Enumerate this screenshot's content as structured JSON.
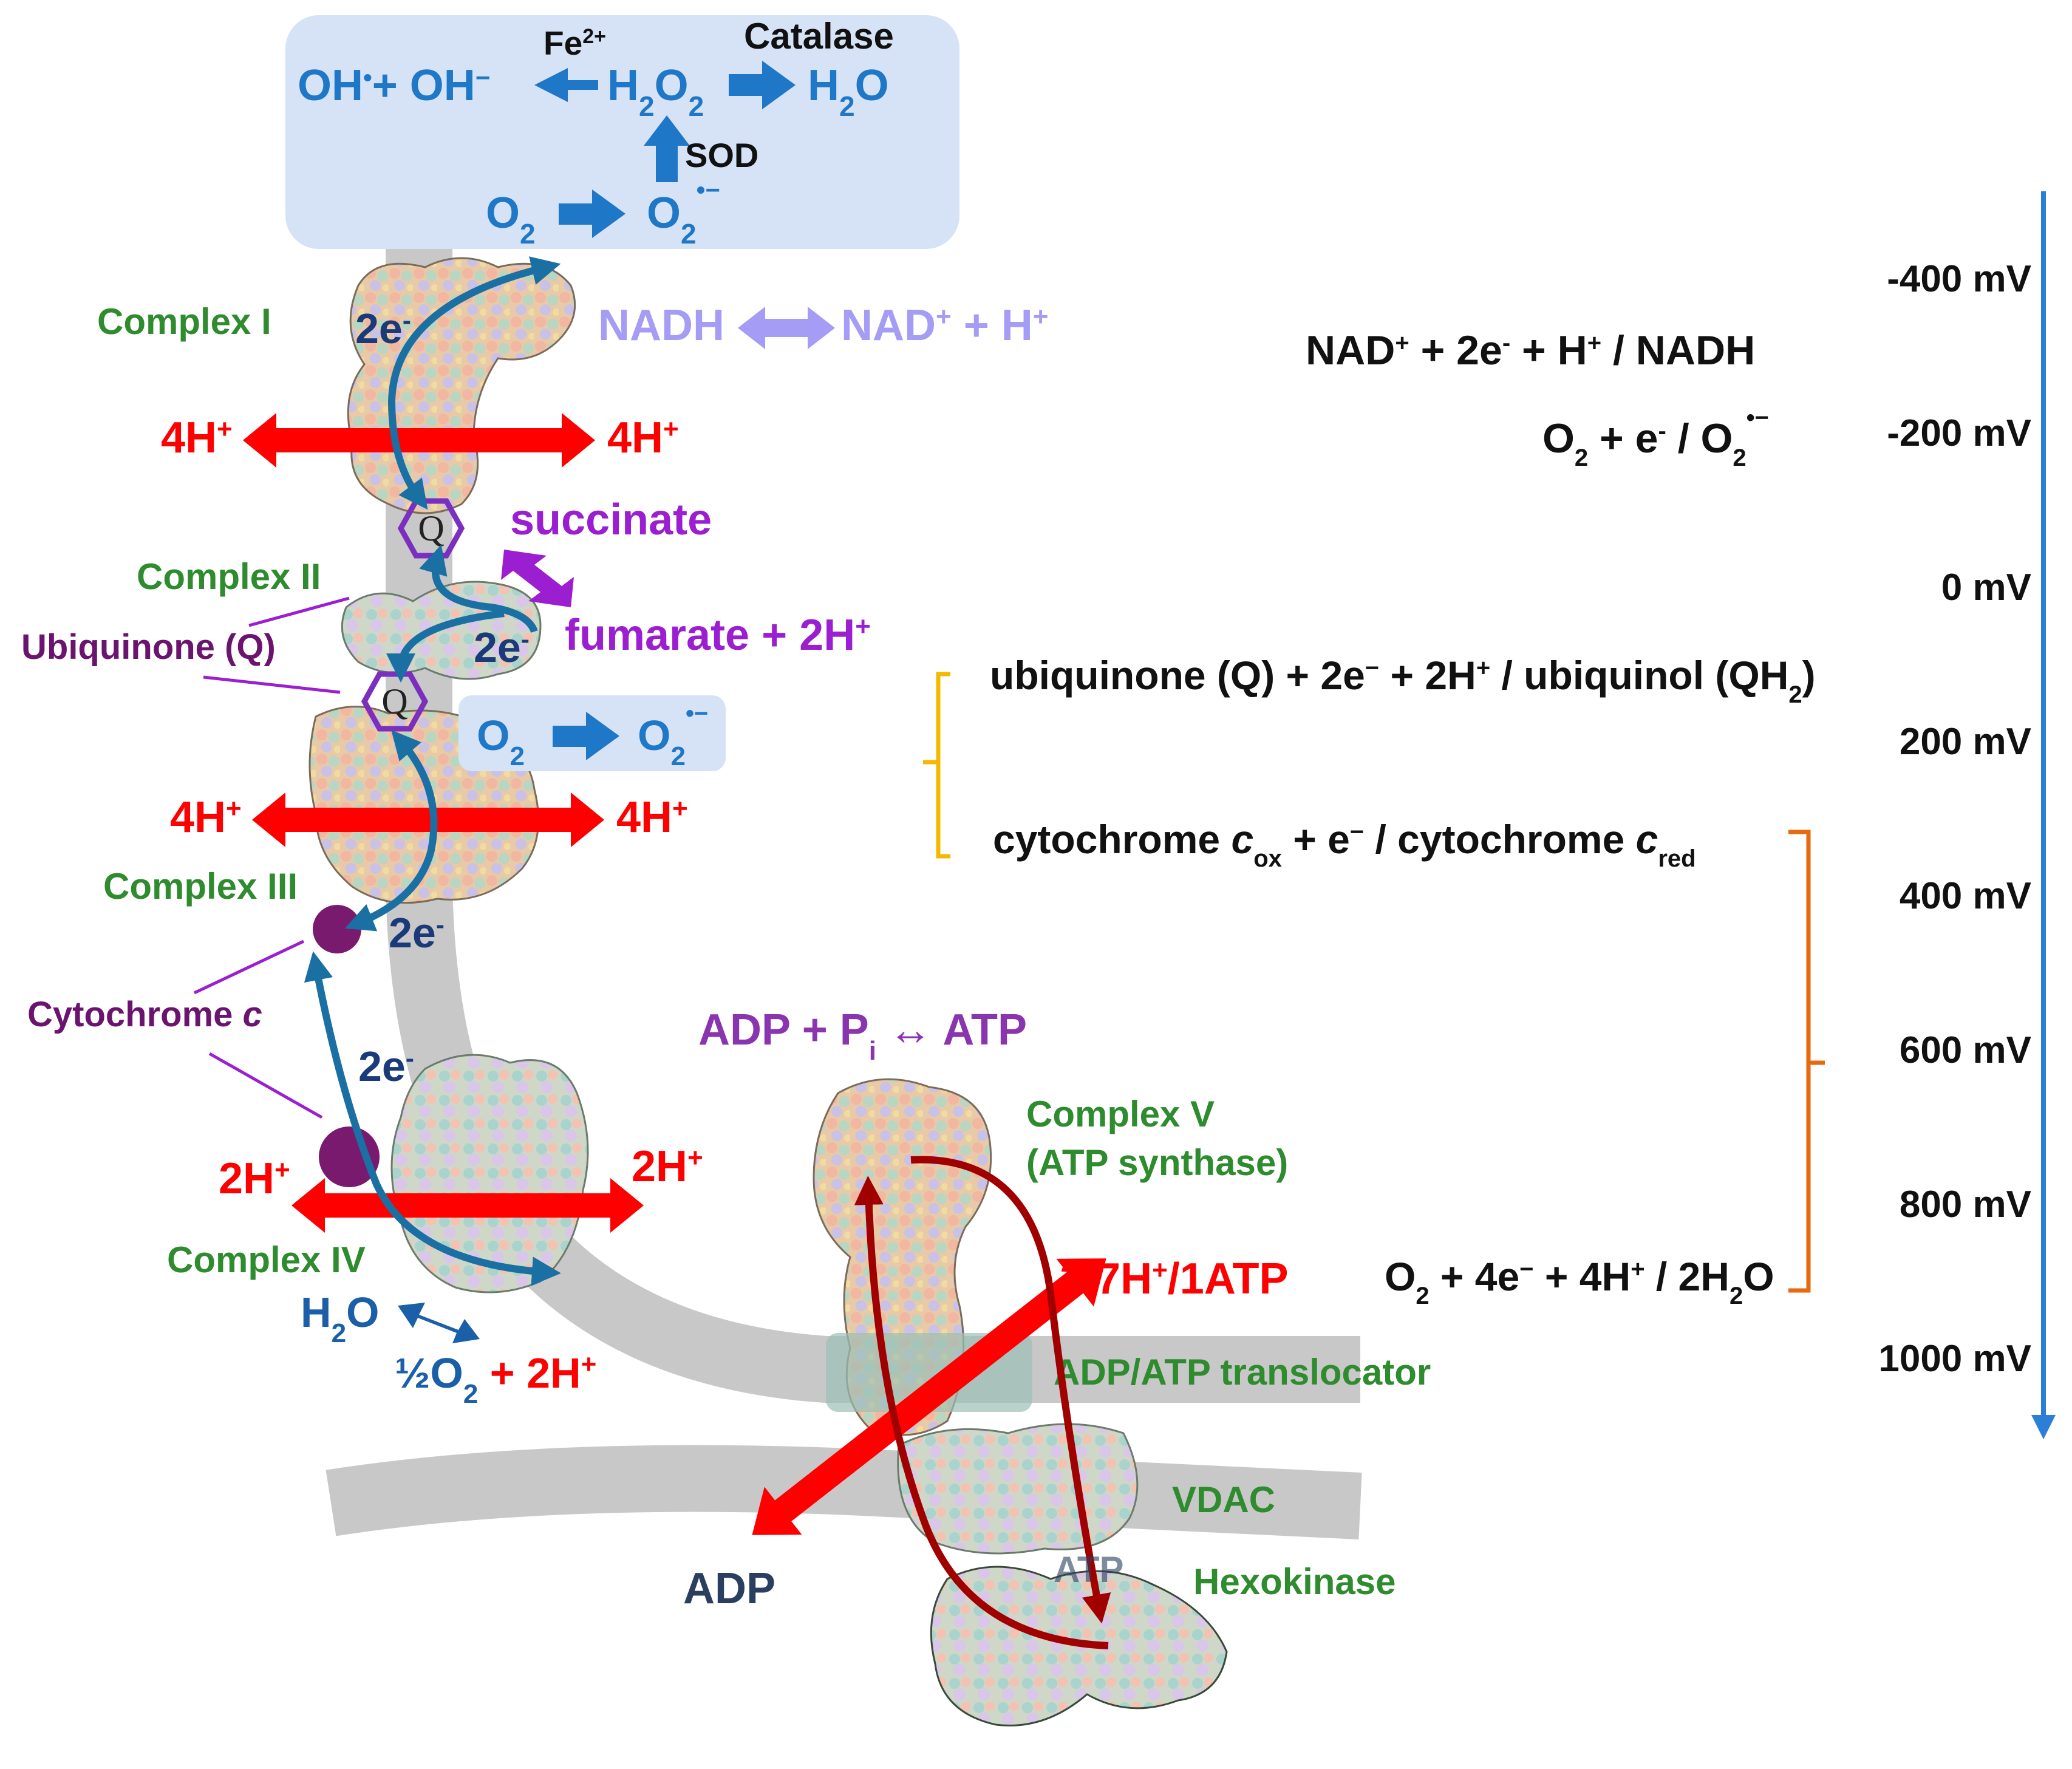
{
  "colors": {
    "proton_red": "#ff0000",
    "electron_blue": "#1a6fa3",
    "ros_blue": "#1f77c8",
    "complex_green": "#2e8b2e",
    "purple": "#9b1fd1",
    "dark_purple": "#6a1470",
    "nadh_lavender": "#a49cf5",
    "membrane_gray": "#c8c8c8",
    "ros_box": "#d6e3f6",
    "scale_blue": "#2b7fd9",
    "bracket_yellow": "#f5b800",
    "bracket_orange": "#e86a10",
    "atp_dark_red": "#a10000",
    "navy": "#1a3a7a"
  },
  "ros_box": {
    "fe": "Fe",
    "fe_charge": "2+",
    "catalase": "Catalase",
    "oh_radical": "OH",
    "oh_dot": "•",
    "plus": "+ OH",
    "oh_minus": "−",
    "h2o2_h": "H",
    "h2o2_2a": "2",
    "h2o2_o": "O",
    "h2o2_2b": "2",
    "water_h": "H",
    "water_2": "2",
    "water_o": "O",
    "sod": "SOD",
    "o2_a": "O",
    "o2_a_sub": "2",
    "o2_b": "O",
    "o2_b_sub": "2",
    "superoxide_sup": "•−"
  },
  "complexes": {
    "complex_i": "Complex I",
    "complex_ii": "Complex II",
    "complex_iii": "Complex III",
    "complex_iv": "Complex IV",
    "complex_v_line1": "Complex V",
    "complex_v_line2": "(ATP synthase)",
    "ubiquinone": "Ubiquinone (Q)",
    "cytochrome_c": "Cytochrome ",
    "cytochrome_c_italic": "c",
    "q": "Q",
    "adp_atp_translocator": "ADP/ATP translocator",
    "vdac": "VDAC",
    "hexokinase": "Hexokinase"
  },
  "flows": {
    "nadh": "NADH",
    "nad": "NAD",
    "nad_plus": "+",
    "nad_h": " + H",
    "nad_h_plus": "+",
    "four_h_plus": "4H",
    "two_h_plus": "2H",
    "plus_sup": "+",
    "two_e": "2e",
    "minus_sup": "-",
    "succinate": "succinate",
    "fumarate": "fumarate + 2H",
    "fumarate_plus": "+",
    "local_o2": "O",
    "local_o2_sub": "2",
    "local_o2b": "O",
    "local_o2b_sub": "2",
    "local_sup": "•−",
    "adp_pi_atp": "ADP + P",
    "pi_sub": "i",
    "arrow_atp": " ↔ ATP",
    "water": "H",
    "water_sub": "2",
    "water_o": "O",
    "half_o2": "½O",
    "half_o2_sub": "2",
    "plus_two_h": " + 2H",
    "plus_two_h_sup": "+",
    "ratio": "2.7H",
    "ratio_sup": "+",
    "ratio_end": "/1ATP",
    "adp": "ADP",
    "atp_hidden": "ATP"
  },
  "redox": {
    "nad_couple": "NAD",
    "nad_couple_sup": "+",
    "nad_couple_mid": " + 2e",
    "nad_couple_sup2": "-",
    "nad_couple_mid2": " + H",
    "nad_couple_sup3": "+",
    "nad_couple_end": " / NADH",
    "o2_couple": "O",
    "o2_couple_sub": "2",
    "o2_couple_mid": " + e",
    "o2_couple_sup": "-",
    "o2_couple_mid2": " / O",
    "o2_couple_sub2": "2",
    "o2_couple_sup2": "•−",
    "ubi_couple": "ubiquinone (Q) + 2e",
    "ubi_sup": "−",
    "ubi_mid": " + 2H",
    "ubi_sup2": "+",
    "ubi_end": " / ubiquinol (QH",
    "ubi_sub": "2",
    "ubi_close": ")",
    "cyt_couple": "cytochrome ",
    "cyt_c1": "c",
    "cyt_ox": "ox",
    "cyt_mid": " + e",
    "cyt_sup": "−",
    "cyt_mid2": "  / cytochrome ",
    "cyt_c2": "c",
    "cyt_red": "red",
    "o2_water": "O",
    "o2_water_sub": "2",
    "o2_water_mid": " + 4e",
    "o2_water_sup": "−",
    "o2_water_mid2": " + 4H",
    "o2_water_sup2": "+",
    "o2_water_mid3": " / 2H",
    "o2_water_sub2": "2",
    "o2_water_end": "O"
  },
  "potential_scale": {
    "labels": [
      "-400 mV",
      "-200 mV",
      "0 mV",
      "200 mV",
      "400 mV",
      "600 mV",
      "800 mV",
      "1000 mV"
    ]
  }
}
